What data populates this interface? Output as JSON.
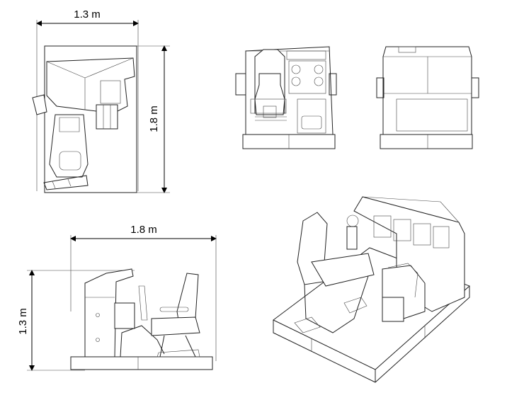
{
  "dimensions": {
    "top_width": "1.3 m",
    "top_depth": "1.8 m",
    "side_length": "1.8 m",
    "side_height": "1.3 m"
  },
  "views": [
    "top-view",
    "front-view",
    "rear-view",
    "side-view",
    "isometric-view"
  ]
}
